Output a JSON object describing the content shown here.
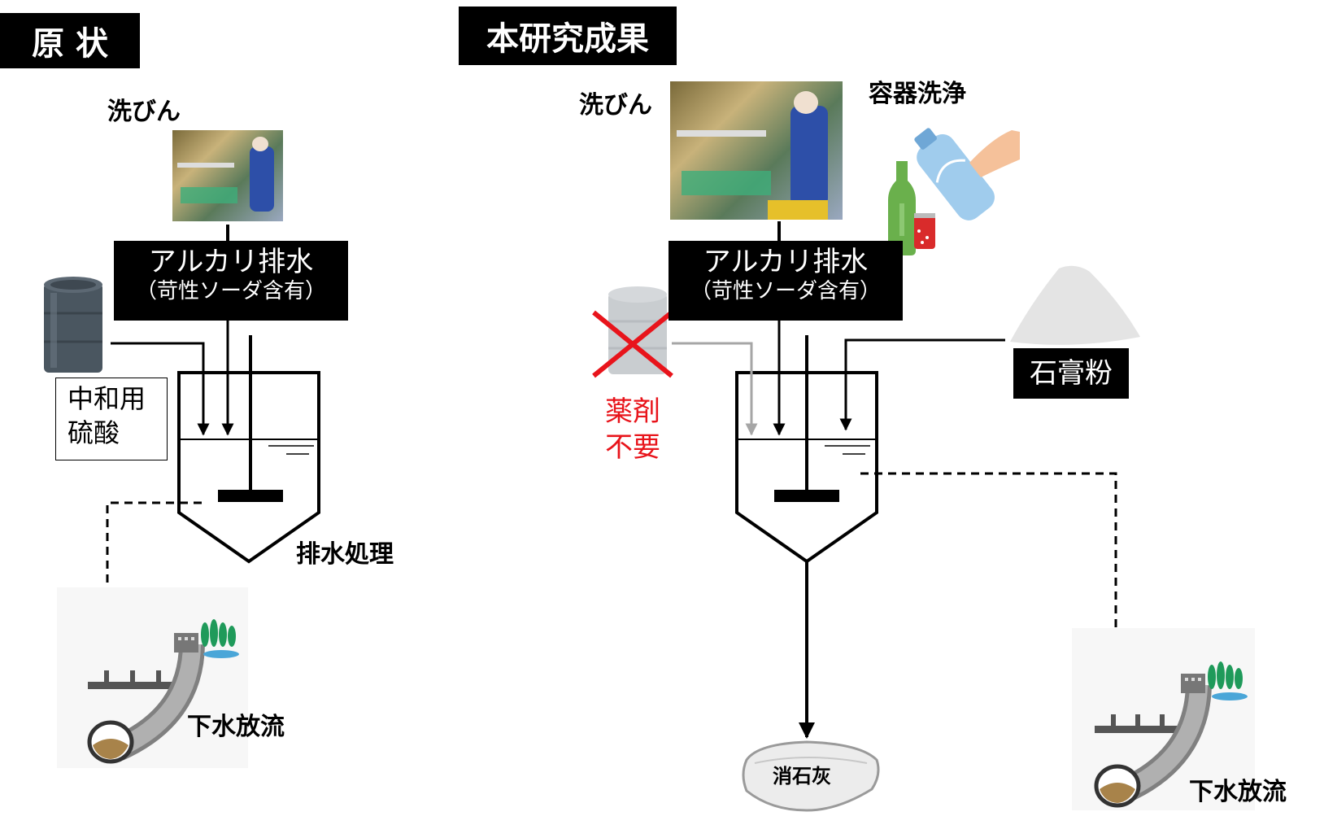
{
  "left": {
    "title": "原 状",
    "wash_label": "洗びん",
    "wastewater_line1": "アルカリ排水",
    "wastewater_line2": "（苛性ソーダ含有）",
    "acid_line1": "中和用",
    "acid_line2": "硫酸",
    "treatment_label": "排水処理",
    "discharge_label": "下水放流"
  },
  "right": {
    "title": "本研究成果",
    "wash_label": "洗びん",
    "container_label": "容器洗浄",
    "wastewater_line1": "アルカリ排水",
    "wastewater_line2": "（苛性ソーダ含有）",
    "gypsum_label": "石膏粉",
    "no_chem_line1": "薬剤",
    "no_chem_line2": "不要",
    "lime_label": "消石灰",
    "discharge_label": "下水放流"
  },
  "colors": {
    "black": "#000000",
    "red": "#e8141b",
    "gray_arrow": "#a6a6a6",
    "drum": "#4a5660",
    "pipe": "#9a9a9a",
    "sludge": "#a8834a",
    "trees": "#1f9a5a",
    "water": "#4aa6d8"
  }
}
